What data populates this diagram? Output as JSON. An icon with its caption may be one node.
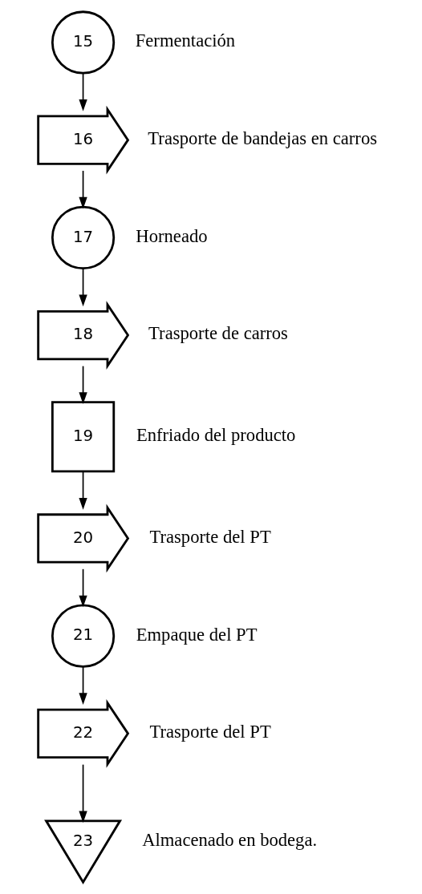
{
  "diagram": {
    "nodes": [
      {
        "text": [
          "15"
        ],
        "beside": [
          "Fermentación"
        ]
      },
      {
        "text": [
          "16"
        ],
        "beside": [
          "Trasporte de bandejas en carros"
        ]
      },
      {
        "text": [
          "17"
        ],
        "beside": [
          "Horneado"
        ]
      },
      {
        "text": [
          "18"
        ],
        "beside": [
          "Trasporte de carros"
        ]
      },
      {
        "text": [
          "19"
        ],
        "beside": [
          "Enfriado del producto"
        ]
      },
      {
        "text": [
          "20"
        ],
        "beside": [
          "Trasporte del PT"
        ]
      },
      {
        "text": [
          "21"
        ],
        "beside": [
          "Empaque del PT"
        ]
      },
      {
        "text": [
          "22"
        ],
        "beside": [
          "Trasporte del PT"
        ]
      },
      {
        "text": [
          "23"
        ],
        "beside": [
          "Almacenado en bodega."
        ]
      }
    ],
    "edges": [
      {
        "from": 0,
        "to": 1,
        "arrow": "to"
      },
      {
        "from": 1,
        "to": 2,
        "arrow": "to"
      },
      {
        "from": 2,
        "to": 3,
        "arrow": "to"
      },
      {
        "from": 3,
        "to": 4,
        "arrow": "to"
      },
      {
        "from": 4,
        "to": 5,
        "arrow": "to"
      },
      {
        "from": 5,
        "to": 6,
        "arrow": "to"
      },
      {
        "from": 6,
        "to": 7,
        "arrow": "to"
      },
      {
        "from": 7,
        "to": 8,
        "arrow": "to"
      }
    ]
  }
}
